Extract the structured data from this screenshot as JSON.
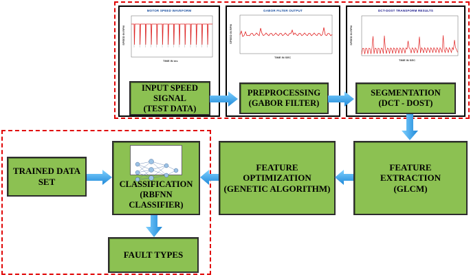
{
  "boxes": {
    "input": "INPUT  SPEED\nSIGNAL\n(TEST DATA)",
    "preprocessing": "PREPROCESSING\n(GABOR FILTER)",
    "segmentation": "SEGMENTATION\n(DCT - DOST)",
    "feature_extraction": "FEATURE\nEXTRACTION\n(GLCM)",
    "feature_optimization": "FEATURE\nOPTIMIZATION\n(GENETIC ALGORITHM)",
    "classification": "CLASSIFICATION\n(RBFNN\nCLASSIFIER)",
    "trained": "TRAINED DATA\nSET",
    "fault": "FAULT TYPES"
  },
  "plots": {
    "motor": {
      "title": "MOTOR SPEED WAVEFORM",
      "xlabel": "TIME IN ms",
      "ylabel": "SPEED IN RPM"
    },
    "gabor": {
      "title": "GABOR FILTER OUTPUT",
      "xlabel": "TIME IN SEC",
      "ylabel": "SPEED IN RPM"
    },
    "dct": {
      "title": "DCT-DOST TRANSFORM RESULTS",
      "xlabel": "TIME IN SEC",
      "ylabel": "SPEED IN RPM"
    }
  },
  "colors": {
    "box_fill": "#8cc152",
    "arrow": "#3aa0e0",
    "dash": "#e00000",
    "signal": "#e02020"
  }
}
